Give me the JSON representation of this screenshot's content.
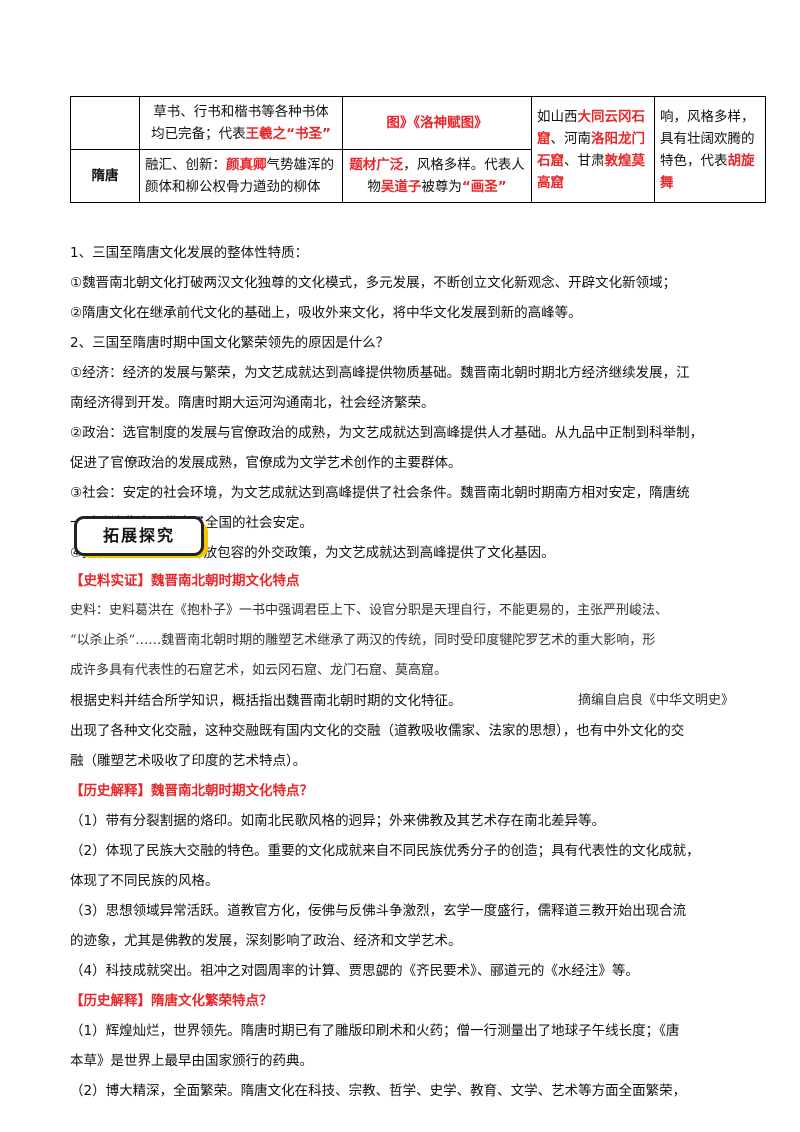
{
  "table": {
    "row1": {
      "label": "",
      "c1_a": "草书、行书和楷书等各种书体",
      "c1_b": "均已完备；代表",
      "c1_red": "王羲之“书圣”",
      "c2_red": "图》《洛神赋图》"
    },
    "row2": {
      "label": "隋唐",
      "c1_a": "融汇、创新：",
      "c1_red": "颜真卿",
      "c1_b": "气势雄浑的",
      "c1_c": "颜体和柳公权骨力遒劲的柳体",
      "c2_red1": "题材广泛",
      "c2_a": "，风格多样。代",
      "c2_b": "表人物",
      "c2_red2": "吴道子",
      "c2_c": "被尊为",
      "c2_red3": "“画圣”"
    },
    "c3": {
      "a": "如山西",
      "red1": "大同云冈石窟",
      "b": "、河南",
      "red2": "洛阳龙门石窟",
      "c": "、甘肃",
      "red3": "敦煌莫高窟"
    },
    "c4": {
      "a": "响，风格多样，具有壮阔欢腾的特色，代表",
      "red": "胡旋舞"
    }
  },
  "section1": [
    "1、三国至隋唐文化发展的整体性特质：",
    "①魏晋南北朝文化打破两汉文化独尊的文化模式，多元发展，不断创立文化新观念、开辟文化新领域；",
    "②隋唐文化在继承前代文化的基础上，吸收外来文化，将中华文化发展到新的高峰等。",
    "2、三国至隋唐时期中国文化繁荣领先的原因是什么？",
    "①经济：经济的发展与繁荣，为文艺成就达到高峰提供物质基础。魏晋南北朝时期北方经济继续发展，江",
    "南经济得到开发。隋唐时期大运河沟通南北，社会经济繁荣。",
    "②政治：选官制度的发展与官僚政治的成熟，为文艺成就达到高峰提供人才基础。从九品中正制到科举制，",
    "促进了官僚政治的发展成熟，官僚成为文学艺术创作的主要群体。",
    "③社会：安定的社会环境，为文艺成就达到高峰提供了社会条件。魏晋南北朝时期南方相对安定，隋唐统",
    "一后政治稳定，带来了全国的社会安定。",
    "④文化：民族交融及开放包容的外交政策，为文艺成就达到高峰提供了文化基因。"
  ],
  "banner": "拓展探究",
  "shiliao": {
    "heading": "【史料实证】魏晋南北朝时期文化特点",
    "lines": [
      "史料：史料葛洪在《抱朴子》一书中强调君臣上下、设官分职是天理自行，不能更易的，主张严刑峻法、",
      "“以杀止杀”……魏晋南北朝时期的雕塑艺术继承了两汉的传统，同时受印度犍陀罗艺术的重大影响，形",
      "成许多具有代表性的石窟艺术，如云冈石窟、龙门石窟、莫高窟。"
    ],
    "source": "摘编自启良《中华文明史》",
    "q": "根据史料并结合所学知识，概括指出魏晋南北朝时期的文化特征。",
    "a1": "出现了各种文化交融，这种交融既有国内文化的交融（道教吸收儒家、法家的思想），也有中外文化的交",
    "a2": "融（雕塑艺术吸收了印度的艺术特点）。"
  },
  "jieshi1": {
    "heading": "【历史解释】魏晋南北朝时期文化特点？",
    "lines": [
      "（1）带有分裂割据的烙印。如南北民歌风格的迥异；外来佛教及其艺术存在南北差异等。",
      "（2）体现了民族大交融的特色。重要的文化成就来自不同民族优秀分子的创造；具有代表性的文化成就，",
      "体现了不同民族的风格。",
      "（3）思想领域异常活跃。道教官方化，佞佛与反佛斗争激烈，玄学一度盛行，儒释道三教开始出现合流",
      "的迹象，尤其是佛教的发展，深刻影响了政治、经济和文学艺术。",
      "（4）科技成就突出。祖冲之对圆周率的计算、贾思勰的《齐民要术》、郦道元的《水经注》等。"
    ]
  },
  "jieshi2": {
    "heading": "【历史解释】隋唐文化繁荣特点？",
    "lines": [
      "（1）辉煌灿烂，世界领先。隋唐时期已有了雕版印刷术和火药；僧一行测量出了地球子午线长度；《唐",
      "本草》是世界上最早由国家颁行的药典。",
      "（2）博大精深，全面繁荣。隋唐文化在科技、宗教、哲学、史学、教育、文学、艺术等方面全面繁荣，"
    ]
  }
}
